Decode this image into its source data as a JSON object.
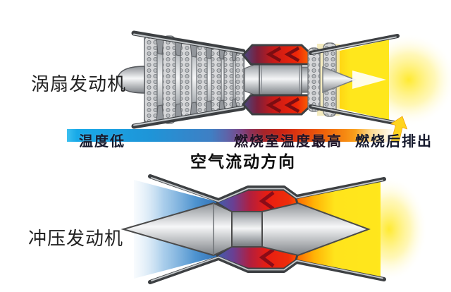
{
  "turbofan": {
    "label": "涡扇发动机"
  },
  "ramjet": {
    "label": "冲压发动机"
  },
  "temperature_bar": {
    "label_low": "温度低",
    "label_highest": "燃烧室温度最高",
    "label_exhaust": "燃烧后排出",
    "gradient_stops": [
      "#18a9e8",
      "#1e95d8",
      "#3f7fc4",
      "#7a4788",
      "#a5252b",
      "#cc2412",
      "#ef5f09",
      "#f9a01c"
    ]
  },
  "flow": {
    "direction_label": "空气流动方向"
  },
  "icons": {
    "exhaust_arrow": "up-right-yellow-arrow"
  },
  "colors": {
    "cold_air_blue": "#2e6fb5",
    "combustion_red": "#e81d12",
    "exhaust_yellow": "#ffe71c",
    "metal_light": "#f4f5f6",
    "metal_dark": "#74787c",
    "casing_dark": "#3d4043",
    "background": "#ffffff"
  }
}
